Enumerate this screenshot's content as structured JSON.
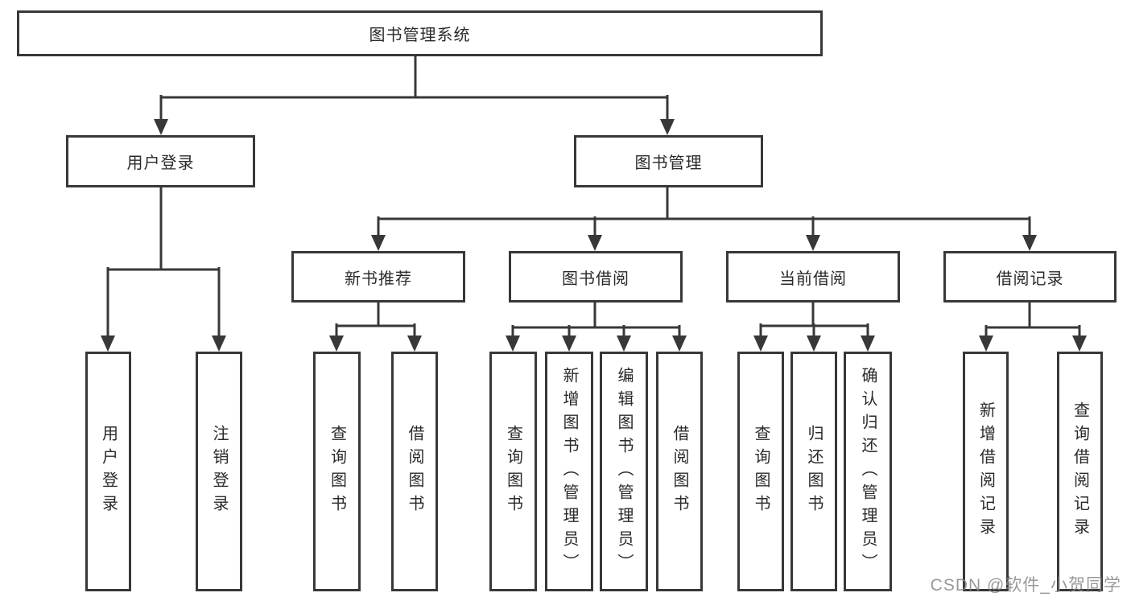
{
  "diagram": {
    "root": {
      "label": "图书管理系统"
    },
    "branches": [
      {
        "label": "用户登录",
        "children": [
          {
            "label": "用户登录"
          },
          {
            "label": "注销登录"
          }
        ]
      },
      {
        "label": "图书管理",
        "children": [
          {
            "label": "新书推荐",
            "children": [
              {
                "label": "查询图书"
              },
              {
                "label": "借阅图书"
              }
            ]
          },
          {
            "label": "图书借阅",
            "children": [
              {
                "label": "查询图书"
              },
              {
                "label": "新增图书（管理员）"
              },
              {
                "label": "编辑图书（管理员）"
              },
              {
                "label": "借阅图书"
              }
            ]
          },
          {
            "label": "当前借阅",
            "children": [
              {
                "label": "查询图书"
              },
              {
                "label": "归还图书"
              },
              {
                "label": "确认归还（管理员）"
              }
            ]
          },
          {
            "label": "借阅记录",
            "children": [
              {
                "label": "新增借阅记录"
              },
              {
                "label": "查询借阅记录"
              }
            ]
          }
        ]
      }
    ]
  },
  "watermark": {
    "text": "CSDN @软件_小贺同学"
  },
  "colors": {
    "line": "#383838",
    "text": "#2a2a2a",
    "watermark": "#878787",
    "background": "#ffffff"
  }
}
